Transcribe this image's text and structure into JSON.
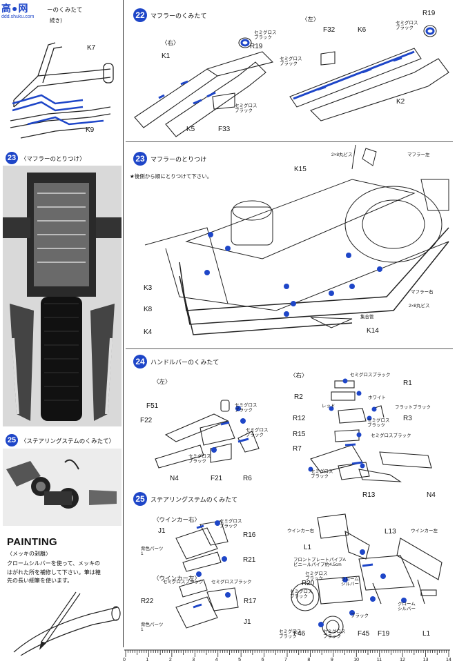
{
  "header": {
    "watermark_text": "高●网",
    "watermark_url": "ddd.shuku.com",
    "left_title": "ーのくみたて",
    "left_subtitle": "続き)"
  },
  "left_column": {
    "k7_label": "K7",
    "k9_label": "K9",
    "step23_number": "23",
    "step23_title": "〈マフラーのとりつけ〉",
    "step25_number": "25",
    "step25_title": "〈ステアリングステムのくみたて〉",
    "painting_heading": "PAINTING",
    "painting_subheading": "〈メッキの剥離〉",
    "painting_text": "クロームシルバーを使って、メッキの\nはがれた所を補修して下さい。筆は穂\n先の長い細筆を使います。"
  },
  "step22": {
    "number": "22",
    "title": "マフラーのくみたて",
    "right_tag": "〈右〉",
    "left_tag": "〈左〉",
    "labels": {
      "k1": "K1",
      "k5": "K5",
      "f33": "F33",
      "r19a": "R19",
      "r19b": "R19",
      "f32": "F32",
      "k6": "K6",
      "k2": "K2",
      "c1": "セミグロス\nブラック",
      "c2": "セミグロス\nブラック",
      "c3": "セミグロス\nブラック",
      "c4": "セミグロス\nブラック"
    }
  },
  "step23": {
    "number": "23",
    "title": "マフラーのとりつけ",
    "note": "★後側から順にとりつけて下さい。",
    "labels": {
      "screw_top": "2×8丸ビス",
      "k15": "K15",
      "muffler_left": "マフラー左",
      "k3": "K3",
      "k8": "K8",
      "k4": "K4",
      "muffler_right": "マフラー右",
      "screw_bottom": "2×8丸ビス",
      "collector": "集合管",
      "k14": "K14"
    }
  },
  "step24": {
    "number": "24",
    "title": "ハンドルバーのくみたて",
    "left_tag": "〈左〉",
    "right_tag": "〈右〉",
    "labels": {
      "f51": "F51",
      "f22": "F22",
      "n4a": "N4",
      "f21": "F21",
      "r6": "R6",
      "c_f51": "セミグロス\nブラック",
      "c_r6": "セミグロス\nブラック",
      "c_f21": "セミグロス\nブラック",
      "r1": "R1",
      "r2": "R2",
      "r12": "R12",
      "r15": "R15",
      "r7": "R7",
      "r13": "R13",
      "n4b": "N4",
      "r3": "R3",
      "c_r1": "セミグロスブラック",
      "white": "ホワイト",
      "red": "レッド",
      "flat_black": "フラットブラック",
      "c_r3": "セミグロス\nブラック",
      "c_r15": "セミグロスブラック",
      "c_r7": "セミグロス\nブラック"
    }
  },
  "step25": {
    "number": "25",
    "title": "ステアリングステムのくみたて",
    "winker_right": "〈ウインカー右〉",
    "winker_left": "〈ウインカー左〉",
    "labels": {
      "j1a": "J1",
      "r16": "R16",
      "r21": "R21",
      "bg1": "背色パーツ\n1",
      "c_r16": "セミグロス\nブラック",
      "r22": "R22",
      "r17": "R17",
      "j1b": "J1",
      "bg2": "背色パーツ\n1",
      "c_semi1": "セミグロスブラック",
      "c_semi2": "セミグロスブラック",
      "winker_r_lbl": "ウインカー右",
      "winker_l_lbl": "ウインカー左",
      "l1a": "L1",
      "l13": "L13",
      "l1b": "L1",
      "front_plate": "フロントプレートパイプA\nビニールパイプ約4.5cm",
      "r20": "R20",
      "f46": "F46",
      "f45": "F45",
      "f19": "F19",
      "chrome1": "クローム\nシルバー",
      "chrome2": "クローム\nシルバー",
      "c_semi3": "セミグロス\nブラック",
      "c_semi4": "セミグロス\nブラック",
      "c_black": "ブラック",
      "c_semi5": "セミグロス\nブラック",
      "c_semi6": "セミグロス\nブラック"
    }
  },
  "ruler": {
    "ticks": [
      "0",
      "1",
      "2",
      "3",
      "4",
      "5",
      "6",
      "7",
      "8",
      "9",
      "10",
      "11",
      "12",
      "13",
      "14"
    ]
  },
  "colors": {
    "accent_blue": "#1e46c8",
    "line": "#222222",
    "photo_dark": "#1a1a1a"
  }
}
